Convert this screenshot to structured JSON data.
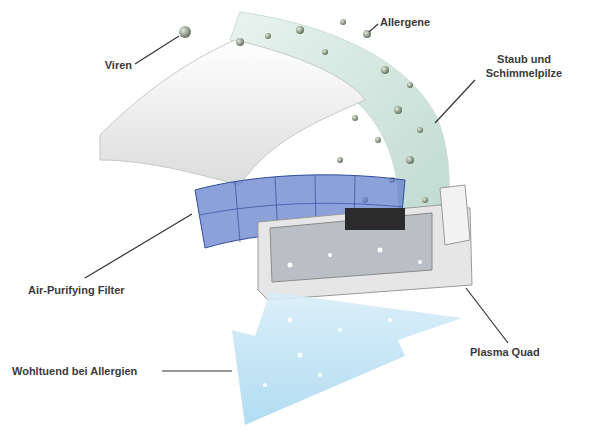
{
  "diagram": {
    "labels": [
      "Viren",
      "Allergene",
      "Staub und Schimmelpilze",
      "Air-Purifying Filter",
      "Plasma Quad",
      "Wohltuend bei Allergien"
    ]
  }
}
